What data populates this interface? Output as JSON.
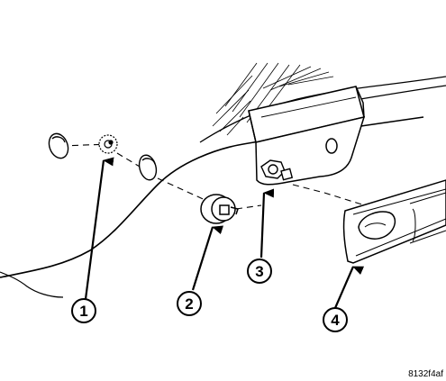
{
  "figure": {
    "callouts": [
      {
        "label": "1",
        "part": "clip"
      },
      {
        "label": "2",
        "part": "nut"
      },
      {
        "label": "3",
        "part": "bolt"
      },
      {
        "label": "4",
        "part": "rail"
      }
    ],
    "figure_code": "8132f4af"
  },
  "colors": {
    "ink": "#000000",
    "background": "#ffffff"
  }
}
